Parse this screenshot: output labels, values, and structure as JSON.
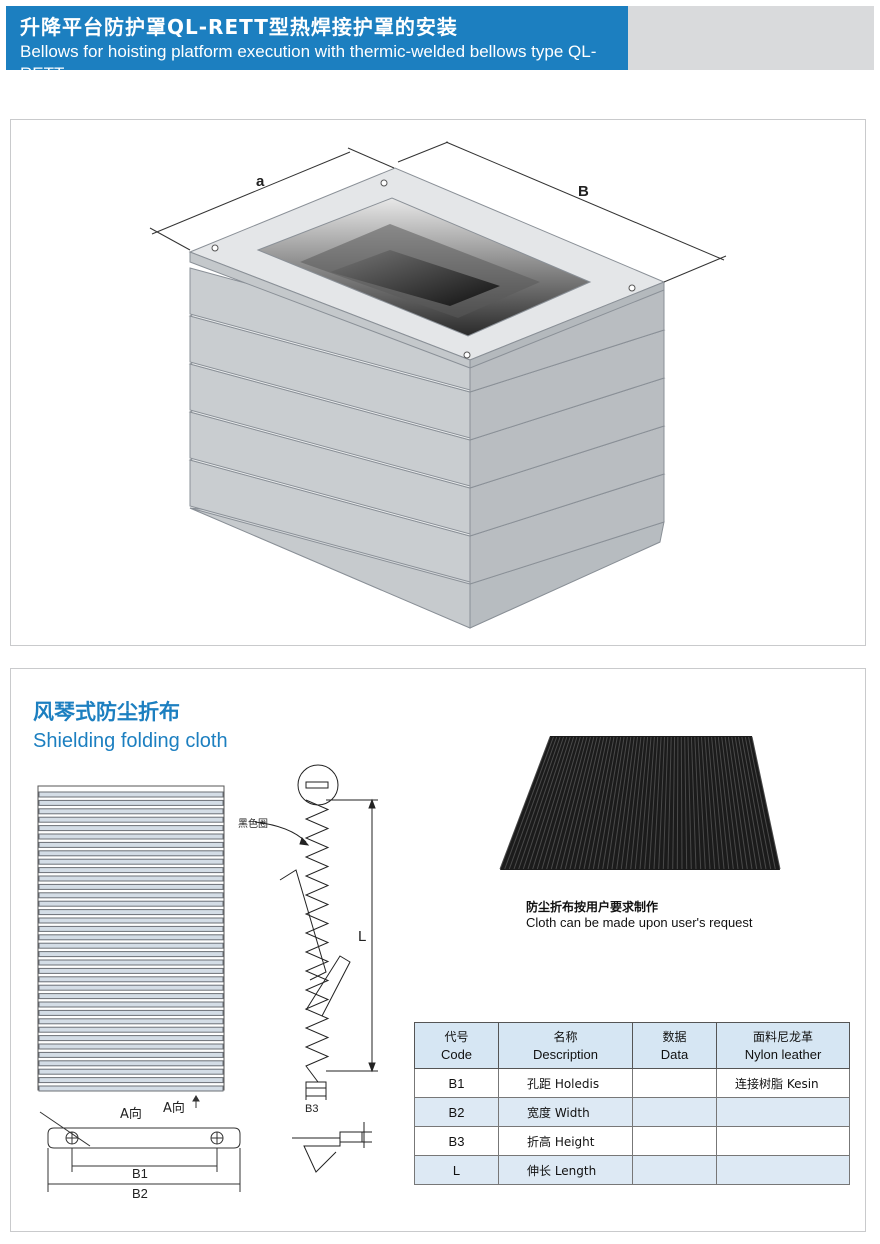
{
  "header": {
    "title_cn": "升降平台防护罩QL-RETT型热焊接护罩的安装",
    "title_en": "Bellows for hoisting platform execution with thermic-welded bellows type QL-RETT",
    "accent_color": "#1c7fc0"
  },
  "figure_top": {
    "label_a": "a",
    "label_b": "B"
  },
  "section": {
    "title_cn": "风琴式防尘折布",
    "title_en": "Shielding folding cloth"
  },
  "drawing": {
    "black_ring_label": "黑色圈",
    "label_L": "L",
    "label_B3": "B3",
    "label_A_dir_left": "A向",
    "label_A_dir_right": "A向",
    "label_B1": "B1",
    "label_B2": "B2"
  },
  "photo_caption": {
    "cn": "防尘折布按用户要求制作",
    "en": "Cloth can be made upon user's request"
  },
  "table": {
    "headers": [
      {
        "cn": "代号",
        "en": "Code"
      },
      {
        "cn": "名称",
        "en": "Description"
      },
      {
        "cn": "数据",
        "en": "Data"
      },
      {
        "cn": "面料尼龙革",
        "en": "Nylon leather"
      }
    ],
    "rows": [
      {
        "code": "B1",
        "desc": "孔距  Holedis",
        "data": "",
        "nylon": "连接树脂  Kesin"
      },
      {
        "code": "B2",
        "desc": "宽度 Width",
        "data": "",
        "nylon": ""
      },
      {
        "code": "B3",
        "desc": "折高  Height",
        "data": "",
        "nylon": ""
      },
      {
        "code": "L",
        "desc": "伸长  Length",
        "data": "",
        "nylon": ""
      }
    ]
  }
}
